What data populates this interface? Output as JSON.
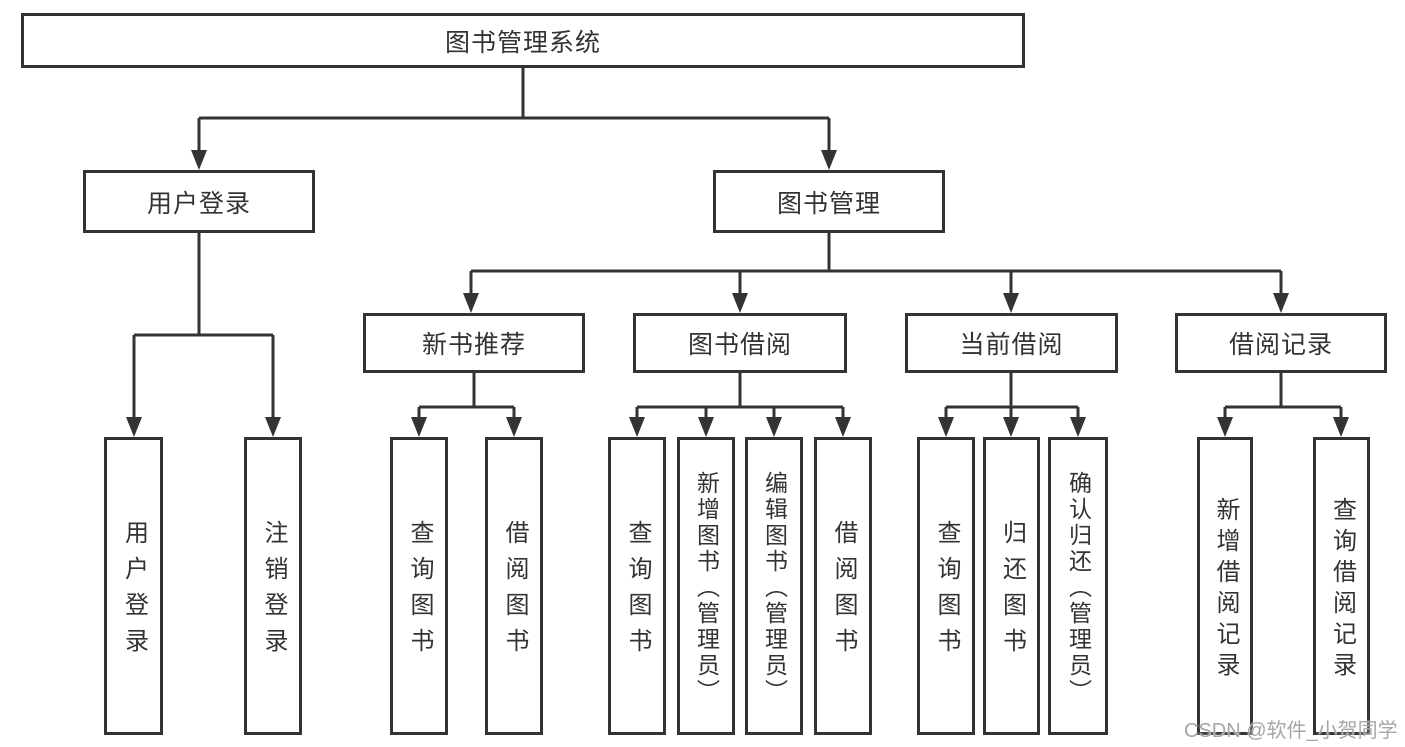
{
  "colors": {
    "line": "#333333",
    "text": "#333333",
    "background": "#ffffff",
    "watermark": "#a6a6a6"
  },
  "nodes": {
    "root": {
      "label": "图书管理系统"
    },
    "l2": [
      {
        "label": "用户登录"
      },
      {
        "label": "图书管理"
      }
    ],
    "l3": [
      {
        "label": "新书推荐"
      },
      {
        "label": "图书借阅"
      },
      {
        "label": "当前借阅"
      },
      {
        "label": "借阅记录"
      }
    ],
    "leaves": [
      {
        "label": "用户登录"
      },
      {
        "label": "注销登录"
      },
      {
        "label": "查询图书"
      },
      {
        "label": "借阅图书"
      },
      {
        "label": "查询图书"
      },
      {
        "label": "新增图书（管理员）"
      },
      {
        "label": "编辑图书（管理员）"
      },
      {
        "label": "借阅图书"
      },
      {
        "label": "查询图书"
      },
      {
        "label": "归还图书"
      },
      {
        "label": "确认归还（管理员）"
      },
      {
        "label": "新增借阅记录"
      },
      {
        "label": "查询借阅记录"
      }
    ]
  },
  "watermark": {
    "label": "CSDN @软件_小贺同学"
  }
}
